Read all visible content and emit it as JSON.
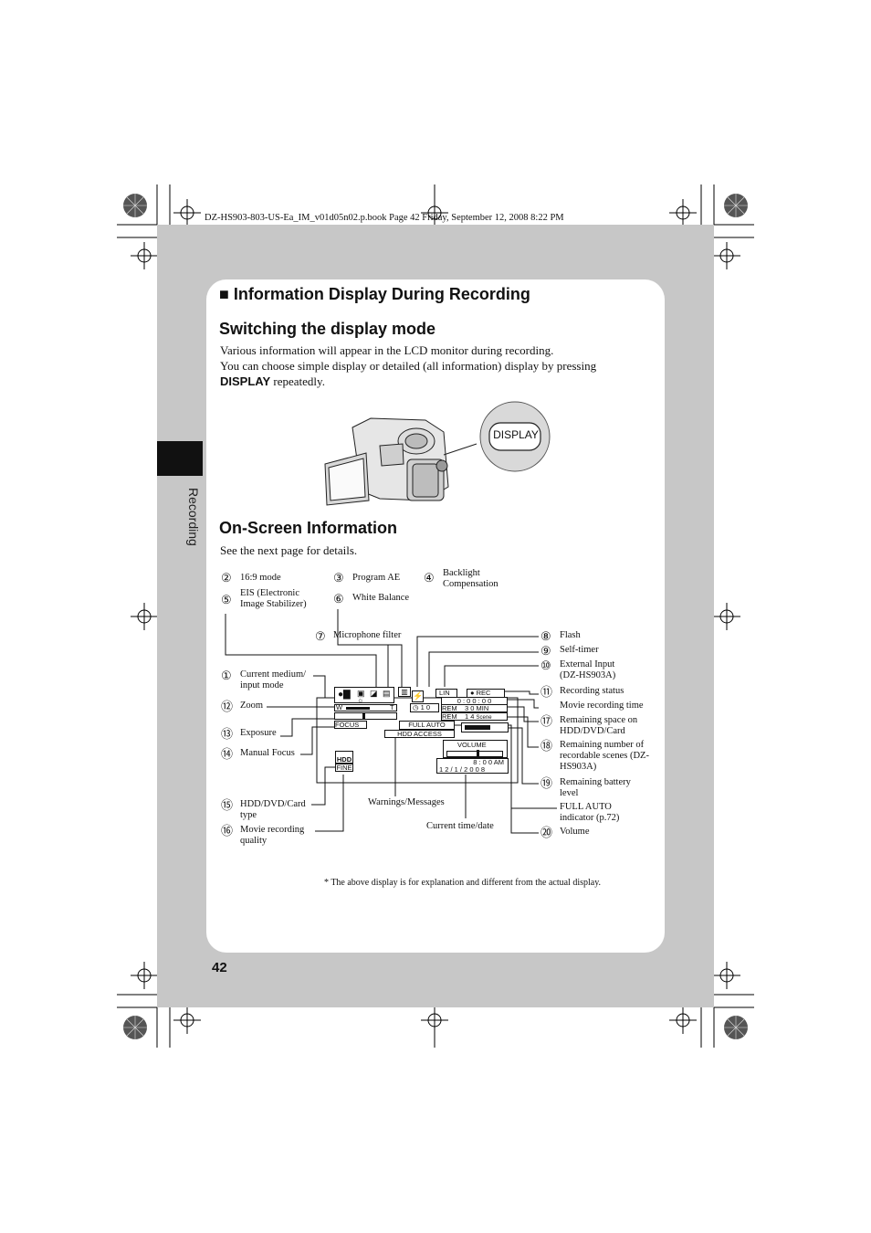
{
  "header": {
    "print_line": "DZ-HS903-803-US-Ea_IM_v01d05n02.p.book  Page 42  Friday, September 12, 2008  8:22 PM"
  },
  "sidebar": {
    "label": "Recording"
  },
  "section": {
    "marker": "■",
    "title": "Information Display During Recording"
  },
  "switching": {
    "heading": "Switching the display mode",
    "line1": "Various information will appear in the LCD monitor during recording.",
    "line2": "You can choose simple display or detailed (all information) display by pressing",
    "button_word": "DISPLAY",
    "line3_rest": " repeatedly."
  },
  "illustration": {
    "button_label": "DISPLAY"
  },
  "onscreen": {
    "heading": "On-Screen Information",
    "intro": "See the next page for details."
  },
  "legend": [
    {
      "num": "②",
      "text": "16:9 mode"
    },
    {
      "num": "③",
      "text": "Program AE"
    },
    {
      "num": "④",
      "text": "Backlight Compensation"
    },
    {
      "num": "⑤",
      "text": "EIS (Electronic Image Stabilizer)"
    },
    {
      "num": "⑥",
      "text": "White Balance"
    }
  ],
  "left_callouts": [
    {
      "num": "⑦",
      "text": "Microphone filter"
    },
    {
      "num": "①",
      "text": "Current medium/ input mode"
    },
    {
      "num": "⑫",
      "text": "Zoom"
    },
    {
      "num": "⑬",
      "text": "Exposure"
    },
    {
      "num": "⑭",
      "text": "Manual Focus"
    },
    {
      "num": "⑮",
      "text": "HDD/DVD/Card type"
    },
    {
      "num": "⑯",
      "text": "Movie recording quality"
    }
  ],
  "right_callouts": [
    {
      "num": "⑧",
      "text": "Flash"
    },
    {
      "num": "⑨",
      "text": "Self-timer"
    },
    {
      "num": "⑩",
      "text": "External Input (DZ-HS903A)"
    },
    {
      "num": "⑪",
      "text": "Recording status"
    },
    {
      "num": "",
      "text": "Movie recording time"
    },
    {
      "num": "⑰",
      "text": "Remaining space on HDD/DVD/Card"
    },
    {
      "num": "⑱",
      "text": "Remaining number of recordable scenes (DZ-HS903A)"
    },
    {
      "num": "⑲",
      "text": "Remaining battery level"
    },
    {
      "num": "",
      "text": "FULL AUTO indicator (p.72)"
    },
    {
      "num": "⑳",
      "text": "Volume"
    }
  ],
  "bottom_labels": {
    "warnings": "Warnings/Messages",
    "time_date": "Current time/date"
  },
  "lcd": {
    "line_in": "LIN",
    "rec": "● REC",
    "timer": "1 0",
    "time_counter": "0 : 0 0 : 0 0",
    "rem1_label": "REM",
    "rem1_value": "3 0 MIN",
    "rem2_label": "REM",
    "rem2_value": "1 4",
    "rem2_unit": "Scene",
    "full_auto": "FULL AUTO",
    "hdd_access": "HDD ACCESS",
    "volume": "VOLUME",
    "clock": "8 : 0 0 AM",
    "date": "1 2 /   1 / 2 0 0 8",
    "hdd": "HDD",
    "fine": "FINE",
    "zoom_w": "W",
    "zoom_t": "T",
    "focus": "FOCUS"
  },
  "footnote": "*   The above display is for explanation and different from the actual display.",
  "page_number": "42"
}
